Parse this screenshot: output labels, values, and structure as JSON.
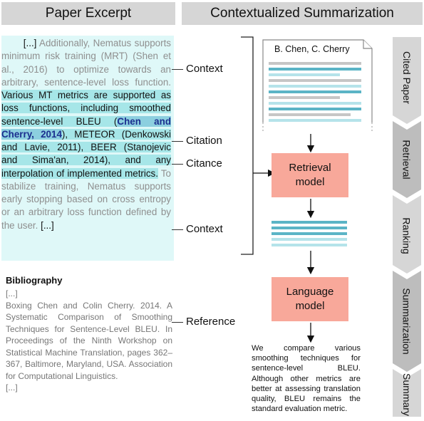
{
  "headers": {
    "left": "Paper Excerpt",
    "right": "Contextualized Summarization"
  },
  "excerpt": {
    "ellipsis_start": "[...]",
    "context_before": " Additionally, Nematus supports minimum risk training (MRT) (Shen et al., 2016) to optimize towards an arbitrary, sentence-level loss function. ",
    "citance_part1": "Various MT metrics are supported as loss functions, including smoothed sentence-level BLEU (",
    "citation": "Chen and Cherry, 2014",
    "citance_part2": "), METEOR (Denkowski and Lavie, 2011), BEER (Stanojevic and Sima'an, 2014), and any interpolation of implemented metrics.",
    "context_after": " To stabilize training, Nematus supports early stopping based on cross entropy or an arbitrary loss function defined by the user. ",
    "ellipsis_end": "[...]"
  },
  "labels": {
    "context_top": "Context",
    "citation": "Citation",
    "citance": "Citance",
    "context_bottom": "Context",
    "reference": "Reference"
  },
  "bibliography": {
    "title": "Bibliography",
    "ellipsis_start": "[...]",
    "entry": "Boxing Chen and Colin Cherry. 2014. A Systematic Comparison of Smoothing Techniques for Sentence-Level BLEU. In Proceedings of the Ninth Workshop on Statistical Machine Translation, pages 362–367, Baltimore, Maryland, USA. Association for Computational Linguistics.",
    "ellipsis_end": "[...]"
  },
  "cited_paper": {
    "authors": "B. Chen, C. Cherry"
  },
  "boxes": {
    "retrieval": "Retrieval model",
    "language": "Language model"
  },
  "summary_text": "We compare various smoothing techniques for sentence-level BLEU. Although other metrics are better at assessing translation quality, BLEU remains the standard evaluation metric.",
  "stages": [
    "Cited Paper",
    "Retrieval",
    "Ranking",
    "Summarization",
    "Summary"
  ],
  "colors": {
    "context_bg": "#dff8f8",
    "citance_bg": "#a6e6e8",
    "citation_bg": "#8ccfdf",
    "model_box": "#f8a89a",
    "stage_bg": "#d8d8d8",
    "line_teal_dark": "#5bb4c6",
    "line_teal_light": "#b5e3ea",
    "line_grey": "#c6c6c6"
  }
}
